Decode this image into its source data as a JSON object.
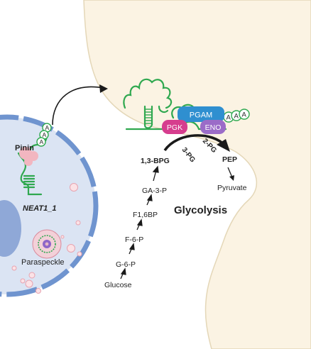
{
  "labels": {
    "pinin": "Pinin",
    "neat1": "NEAT1_1",
    "paraspeckle": "Paraspeckle",
    "title": "Glycolysis",
    "aaa": "AAA"
  },
  "enzymes": {
    "pgam": "PGAM",
    "pgk": "PGK",
    "eno": "ENO"
  },
  "pathway": {
    "steps": [
      "Glucose",
      "G-6-P",
      "F-6-P",
      "F1,6BP",
      "GA-3-P",
      "1,3-BPG"
    ],
    "arc_start": "3-PG",
    "arc_end": "2-PG",
    "pep": "PEP",
    "pyruvate": "Pyruvate"
  },
  "colors": {
    "cytoplasm": "#fbf3e3",
    "nucleus_fill": "#dbe4f3",
    "nucleus_border": "#6f94cf",
    "rna_green": "#2fa84f",
    "pinin_pink": "#f2b6c0",
    "pgam_blue": "#2f8fd0",
    "pgk_magenta": "#d63d8e",
    "eno_purple": "#9b6cc8",
    "arrow_dark": "#1a1a1a"
  }
}
